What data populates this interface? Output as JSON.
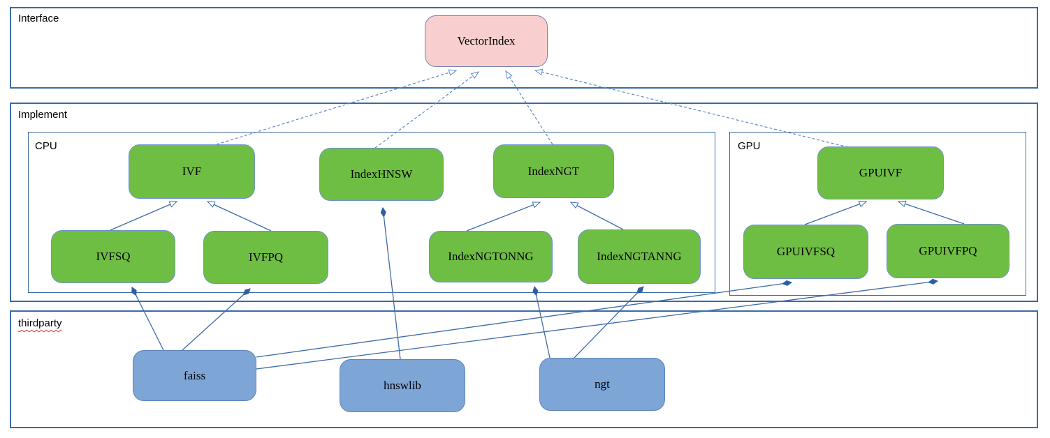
{
  "diagram": {
    "title_hint": "VectorIndex implementation architecture",
    "sections": {
      "interface": {
        "label": "Interface"
      },
      "implement": {
        "label": "Implement"
      },
      "cpu": {
        "label": "CPU"
      },
      "gpu": {
        "label": "GPU"
      },
      "thirdparty": {
        "label": "thirdparty"
      }
    },
    "nodes": {
      "vector_index": {
        "label": "VectorIndex",
        "kind": "interface"
      },
      "ivf": {
        "label": "IVF",
        "kind": "cpu-implementation"
      },
      "index_hnsw": {
        "label": "IndexHNSW",
        "kind": "cpu-implementation"
      },
      "index_ngt": {
        "label": "IndexNGT",
        "kind": "cpu-implementation"
      },
      "gpuivf": {
        "label": "GPUIVF",
        "kind": "gpu-implementation"
      },
      "ivfsq": {
        "label": "IVFSQ",
        "kind": "cpu-implementation"
      },
      "ivfpq": {
        "label": "IVFPQ",
        "kind": "cpu-implementation"
      },
      "index_ngtonng": {
        "label": "IndexNGTONNG",
        "kind": "cpu-implementation"
      },
      "index_ngtanng": {
        "label": "IndexNGTANNG",
        "kind": "cpu-implementation"
      },
      "gpuivfsq": {
        "label": "GPUIVFSQ",
        "kind": "gpu-implementation"
      },
      "gpuivfpq": {
        "label": "GPUIVFPQ",
        "kind": "gpu-implementation"
      },
      "faiss": {
        "label": "faiss",
        "kind": "thirdparty-library"
      },
      "hnswlib": {
        "label": "hnswlib",
        "kind": "thirdparty-library"
      },
      "ngt": {
        "label": "ngt",
        "kind": "thirdparty-library"
      }
    },
    "edges": [
      {
        "from": "ivf",
        "to": "vector_index",
        "type": "realization-dashed-hollow-arrow"
      },
      {
        "from": "index_hnsw",
        "to": "vector_index",
        "type": "realization-dashed-hollow-arrow"
      },
      {
        "from": "index_ngt",
        "to": "vector_index",
        "type": "realization-dashed-hollow-arrow"
      },
      {
        "from": "gpuivf",
        "to": "vector_index",
        "type": "realization-dashed-hollow-arrow"
      },
      {
        "from": "ivfsq",
        "to": "ivf",
        "type": "generalization-hollow-arrow"
      },
      {
        "from": "ivfpq",
        "to": "ivf",
        "type": "generalization-hollow-arrow"
      },
      {
        "from": "index_ngtonng",
        "to": "index_ngt",
        "type": "generalization-hollow-arrow"
      },
      {
        "from": "index_ngtanng",
        "to": "index_ngt",
        "type": "generalization-hollow-arrow"
      },
      {
        "from": "gpuivfsq",
        "to": "gpuivf",
        "type": "generalization-hollow-arrow"
      },
      {
        "from": "gpuivfpq",
        "to": "gpuivf",
        "type": "generalization-hollow-arrow"
      },
      {
        "from": "faiss",
        "to": "ivfsq",
        "type": "composition-filled-diamond"
      },
      {
        "from": "faiss",
        "to": "ivfpq",
        "type": "composition-filled-diamond"
      },
      {
        "from": "faiss",
        "to": "gpuivfsq",
        "type": "composition-filled-diamond"
      },
      {
        "from": "faiss",
        "to": "gpuivfpq",
        "type": "composition-filled-diamond"
      },
      {
        "from": "hnswlib",
        "to": "index_hnsw",
        "type": "composition-filled-diamond"
      },
      {
        "from": "ngt",
        "to": "index_ngtonng",
        "type": "composition-filled-diamond"
      },
      {
        "from": "ngt",
        "to": "index_ngtanng",
        "type": "composition-filled-diamond"
      }
    ],
    "colors": {
      "implementation_fill": "#6fbe44",
      "interface_fill": "#f8cfce",
      "thirdparty_fill": "#7da5d6",
      "frame_border": "#3a6ba5",
      "connector_solid": "#3e6ba8",
      "connector_dashed": "#5d86c5",
      "diamond_fill": "#2e5fa3"
    }
  }
}
